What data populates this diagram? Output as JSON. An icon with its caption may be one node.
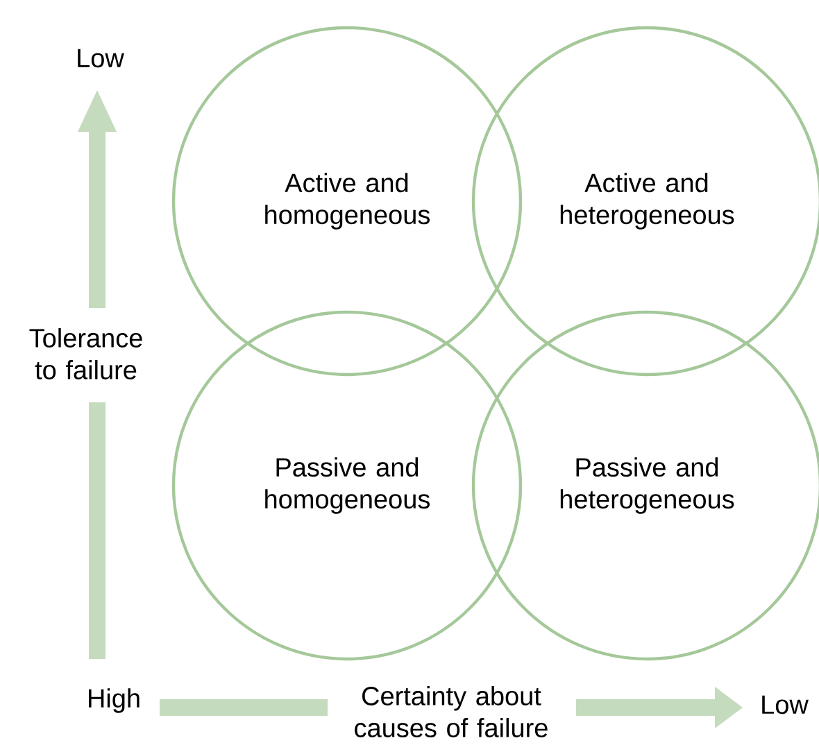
{
  "diagram": {
    "nodes": [
      {
        "text": [
          "Active and homogeneous"
        ]
      },
      {
        "text": [
          "Active and heterogeneous"
        ]
      },
      {
        "text": [
          "Passive and homogeneous"
        ]
      },
      {
        "text": [
          "Passive and heterogeneous"
        ]
      }
    ],
    "labels": [
      "Low",
      "Tolerance to failure",
      "High",
      "Certainty about causes of failure",
      "Low"
    ]
  }
}
